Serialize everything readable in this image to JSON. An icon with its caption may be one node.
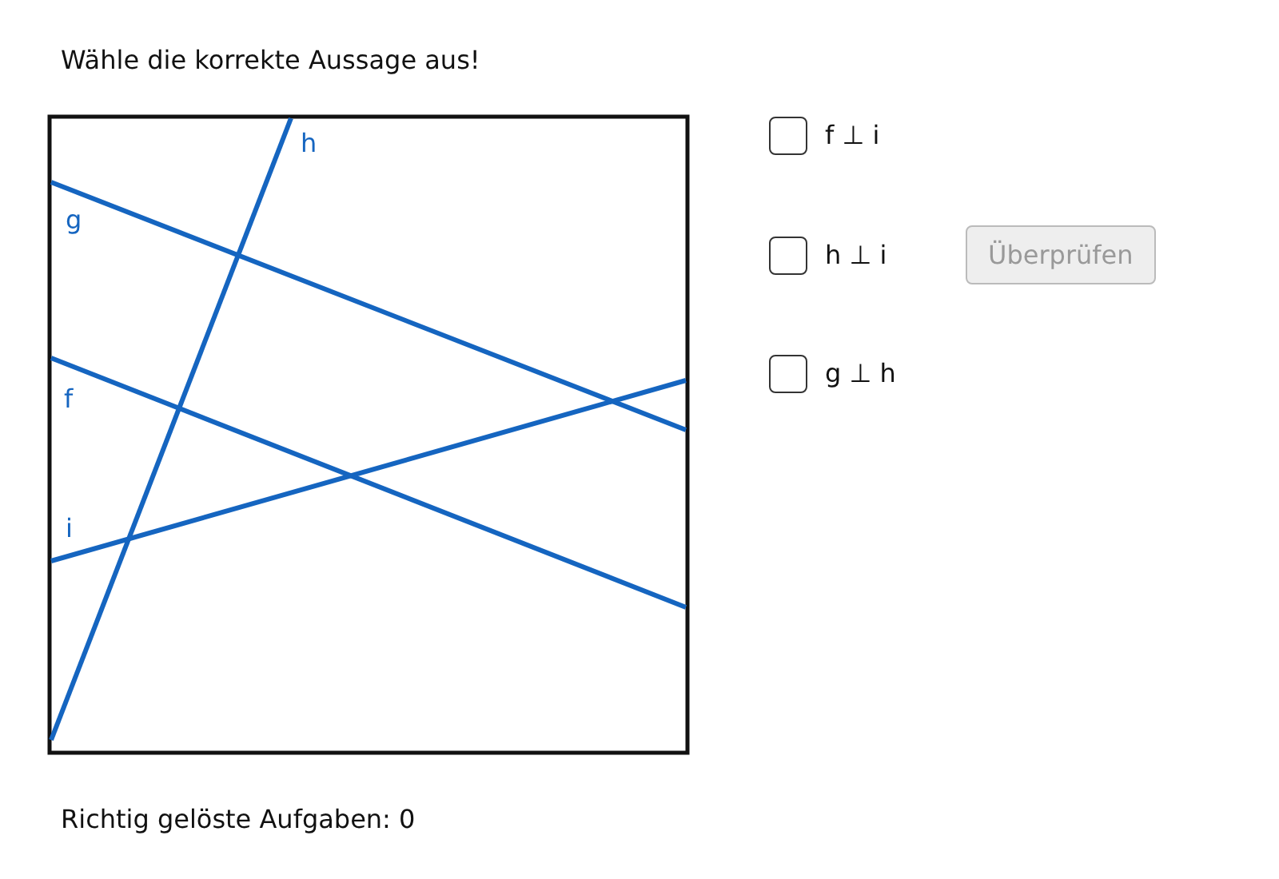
{
  "diagram": {
    "title": "Wähle die korrekte Aussage aus!",
    "labels": [
      "h",
      "g",
      "f",
      "i",
      "f ⊥ i",
      "h ⊥ i",
      "Überprüfen",
      "g ⊥ h",
      "Richtig gelöste Aufgaben: 0"
    ]
  }
}
